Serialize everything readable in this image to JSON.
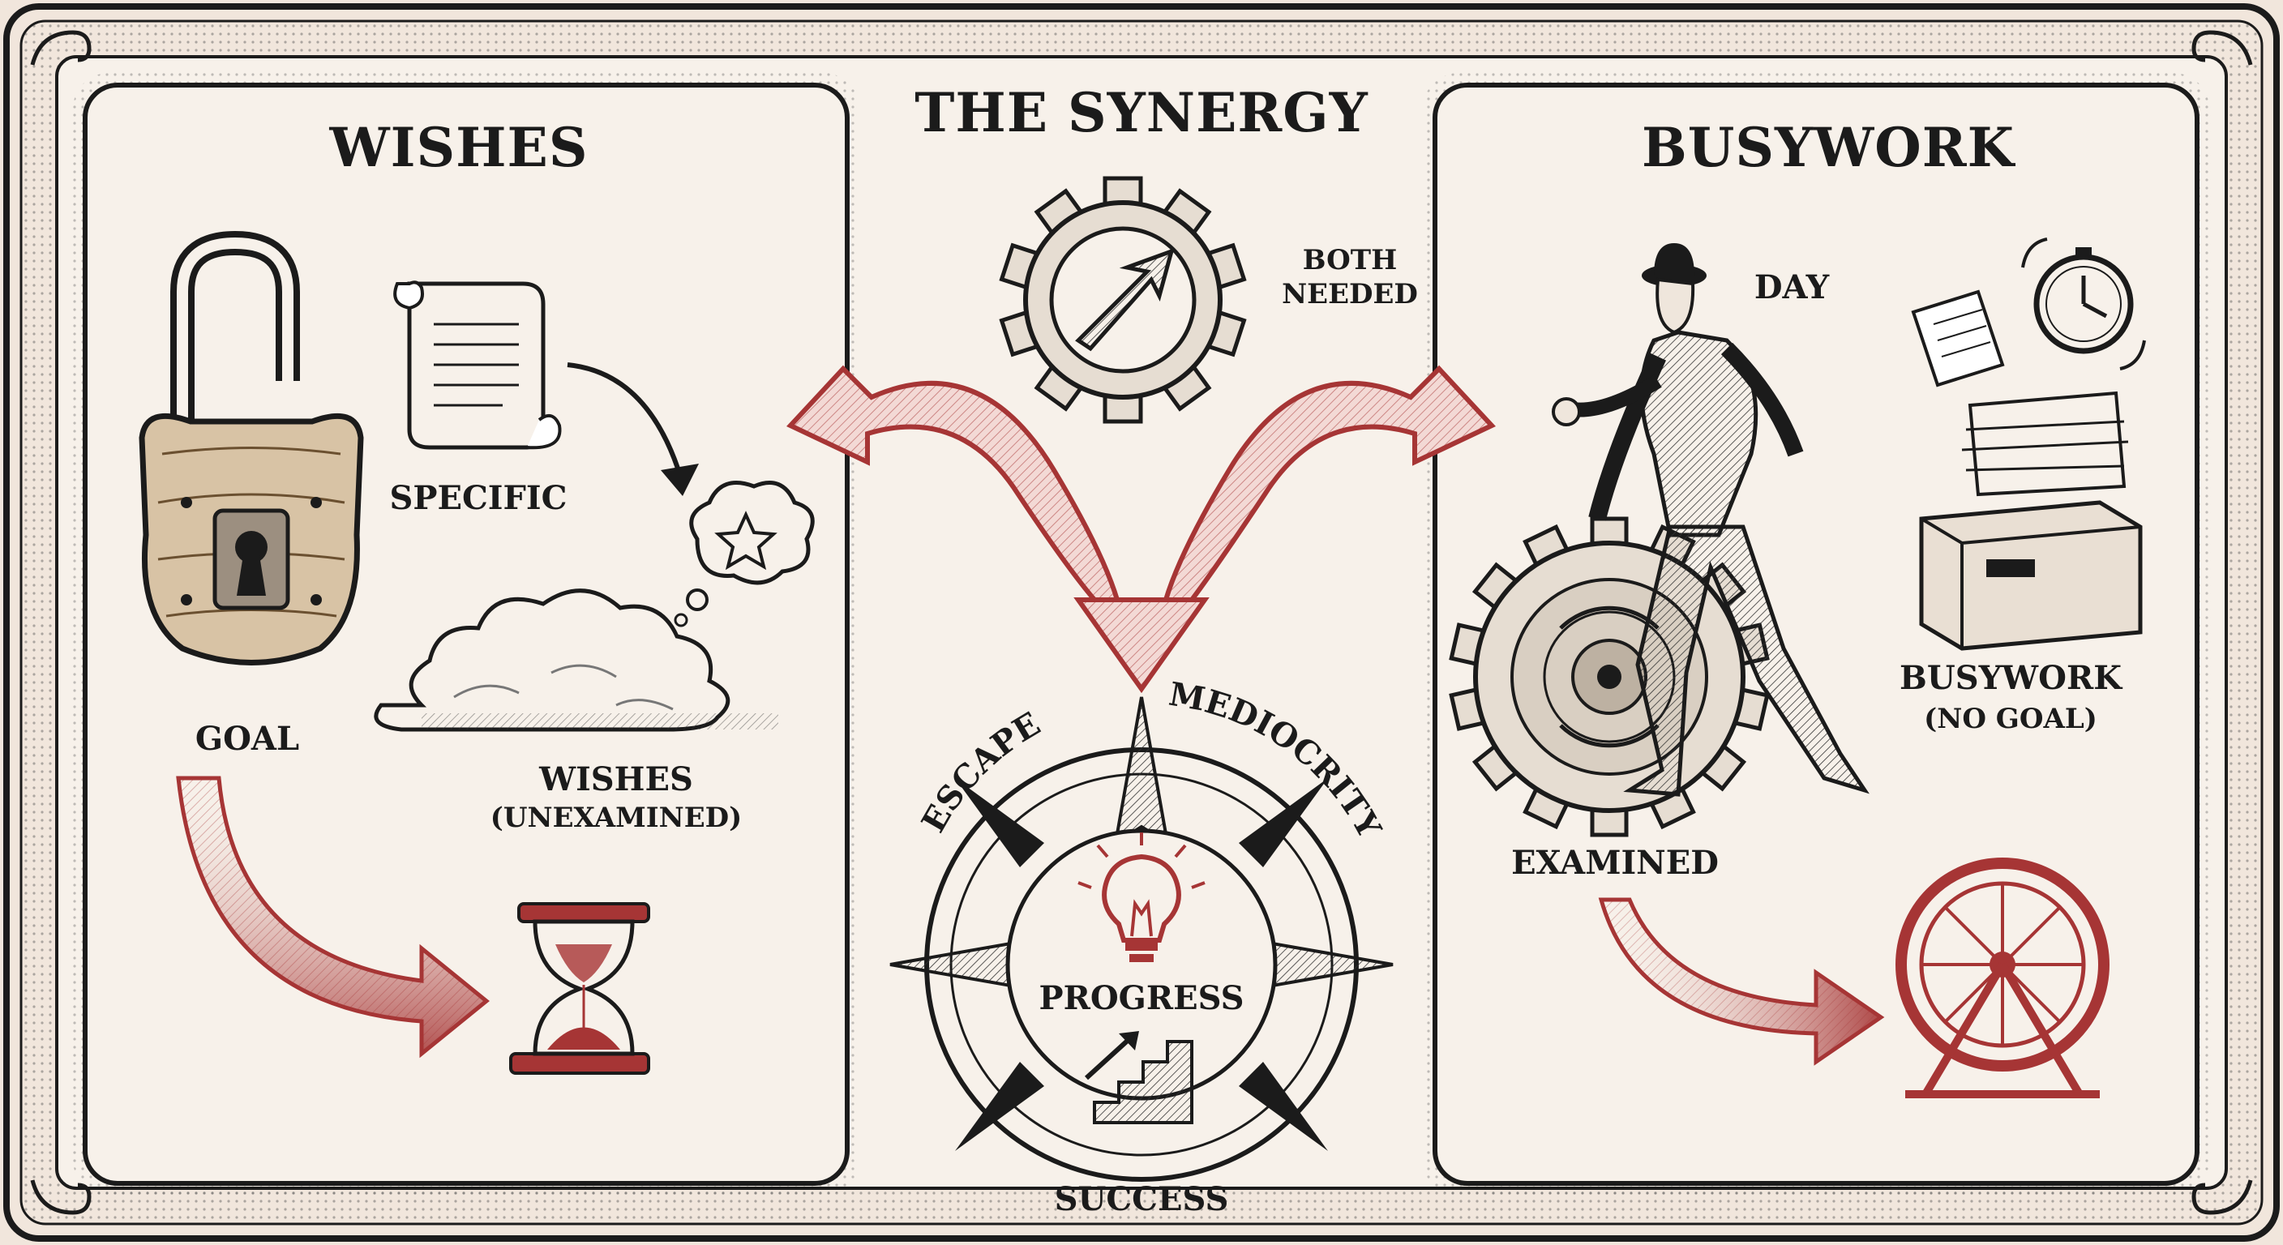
{
  "header": {
    "title": "THE SYNERGY"
  },
  "left_panel": {
    "title": "WISHES",
    "labels": {
      "specific": "SPECIFIC",
      "goal": "GOAL",
      "wishes_line1": "WISHES",
      "wishes_line2": "(UNEXAMINED)"
    }
  },
  "center_panel": {
    "both_line1": "BOTH",
    "both_line2": "NEEDED",
    "arc_left": "ESCAPE",
    "arc_right": "MEDIOCRITY",
    "progress": "PROGRESS",
    "success": "SUCCESS"
  },
  "right_panel": {
    "title": "BUSYWORK",
    "labels": {
      "day": "DAY",
      "busywork_line1": "BUSYWORK",
      "busywork_line2": "(NO GOAL)",
      "examined": "EXAMINED"
    }
  },
  "colors": {
    "ink": "#1b1b1b",
    "accent_red": "#a63535",
    "paper": "#f7f1ea",
    "frame_bg": "#f1e6dc"
  },
  "icons": [
    "open-padlock-icon",
    "scroll-icon",
    "thought-cloud-star-icon",
    "cloud-icon",
    "hourglass-icon",
    "gear-arrow-icon",
    "compass-rose-icon",
    "lightbulb-icon",
    "staircase-arrow-icon",
    "businessman-pushing-gear-icon",
    "clock-icon",
    "paper-stack-drawer-icon",
    "hamster-wheel-icon"
  ]
}
